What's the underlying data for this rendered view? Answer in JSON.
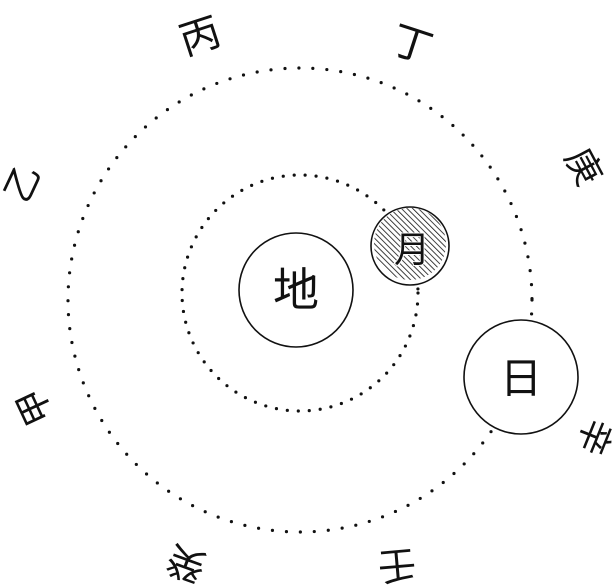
{
  "diagram": {
    "bodies": {
      "earth": "地",
      "moon": "月",
      "sun": "日"
    },
    "stems": {
      "bing": "丙",
      "ding": "丁",
      "geng": "庚",
      "xin": "辛",
      "ren": "壬",
      "gui": "癸",
      "jia": "甲",
      "yi": "乙"
    },
    "moon_phase": "shaded (hatched)",
    "colors": {
      "ink": "#111111",
      "paper": "#ffffff"
    }
  }
}
